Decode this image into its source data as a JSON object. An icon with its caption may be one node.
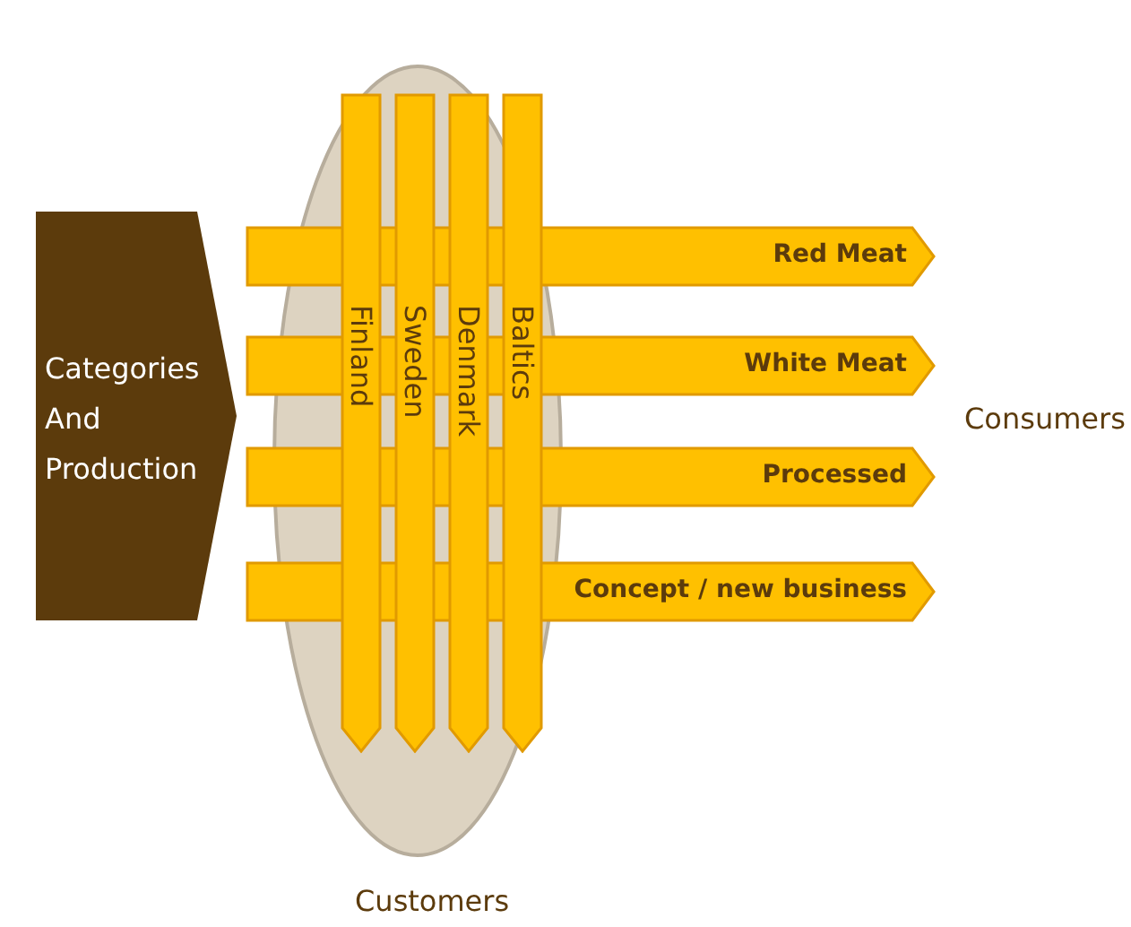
{
  "diagram": {
    "nodes": [
      {
        "text": [
          "Categories And Production"
        ]
      },
      {
        "text": [
          "Customers"
        ]
      },
      {
        "text": [
          "Finland"
        ],
        "in": 1
      },
      {
        "text": [
          "Sweden"
        ],
        "in": 1
      },
      {
        "text": [
          "Denmark"
        ],
        "in": 1
      },
      {
        "text": [
          "Baltics"
        ],
        "in": 1
      },
      {
        "text": [
          "Red Meat"
        ]
      },
      {
        "text": [
          "White Meat"
        ]
      },
      {
        "text": [
          "Processed"
        ]
      },
      {
        "text": [
          "Concept / new business"
        ]
      }
    ],
    "labels": [
      "Consumers"
    ]
  }
}
